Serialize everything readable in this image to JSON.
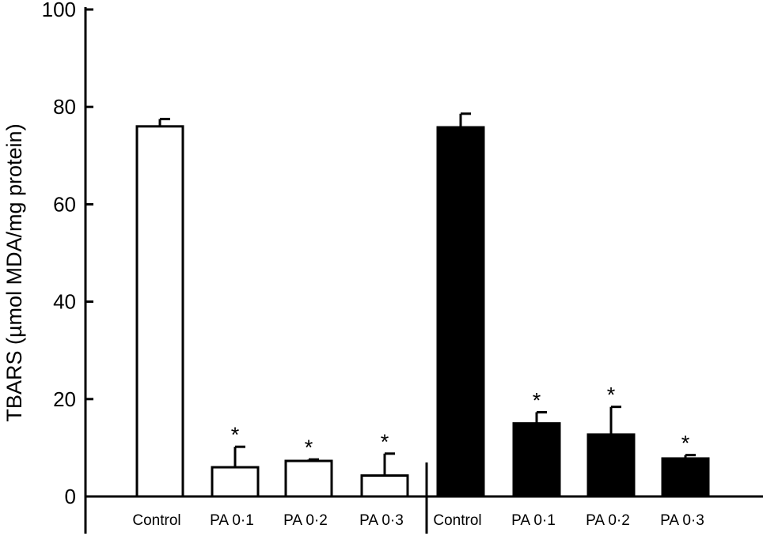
{
  "chart_data": {
    "type": "bar",
    "ylabel": "TBARS (µmol MDA/mg protein)",
    "ylim": [
      0,
      100
    ],
    "yticks": [
      0,
      20,
      40,
      60,
      80,
      100
    ],
    "grid": false,
    "categories": [
      "Control",
      "PA 0·1",
      "PA 0·2",
      "PA 0·3",
      "Control",
      "PA 0·1",
      "PA 0·2",
      "PA 0·3"
    ],
    "groups": [
      {
        "fill": "#ffffff",
        "categories": [
          "Control",
          "PA 0·1",
          "PA 0·2",
          "PA 0·3"
        ],
        "values": [
          76,
          6,
          7.3,
          4.3
        ],
        "errors": [
          1.5,
          4.2,
          0.3,
          4.5
        ],
        "significance": [
          "",
          "*",
          "*",
          "*"
        ]
      },
      {
        "fill": "#000000",
        "categories": [
          "Control",
          "PA 0·1",
          "PA 0·2",
          "PA 0·3"
        ],
        "values": [
          75.8,
          15,
          12.7,
          7.8
        ],
        "errors": [
          2.8,
          2.3,
          5.7,
          0.7
        ],
        "significance": [
          "",
          "*",
          "*",
          "*"
        ]
      }
    ]
  }
}
